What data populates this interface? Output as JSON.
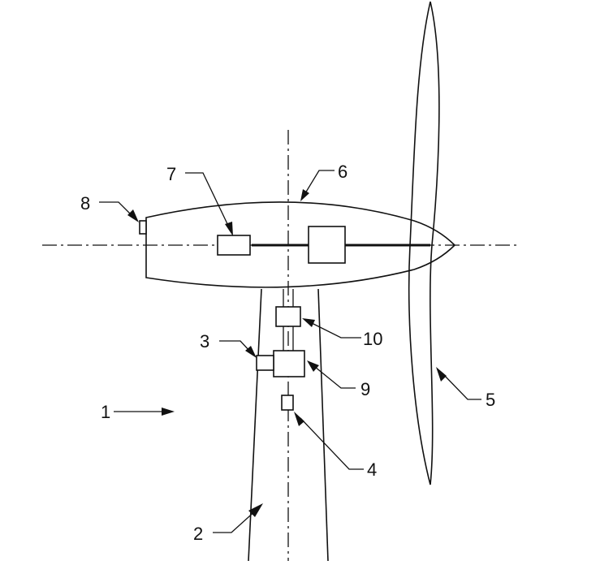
{
  "labels": {
    "wind_turbine": "1",
    "tower": "2",
    "side_unit": "3",
    "sensor": "4",
    "rotor_blade": "5",
    "nacelle": "6",
    "shaft_component": "7",
    "rear_unit": "8",
    "upper_yaw_unit": "9",
    "lower_yaw_unit": "10"
  }
}
